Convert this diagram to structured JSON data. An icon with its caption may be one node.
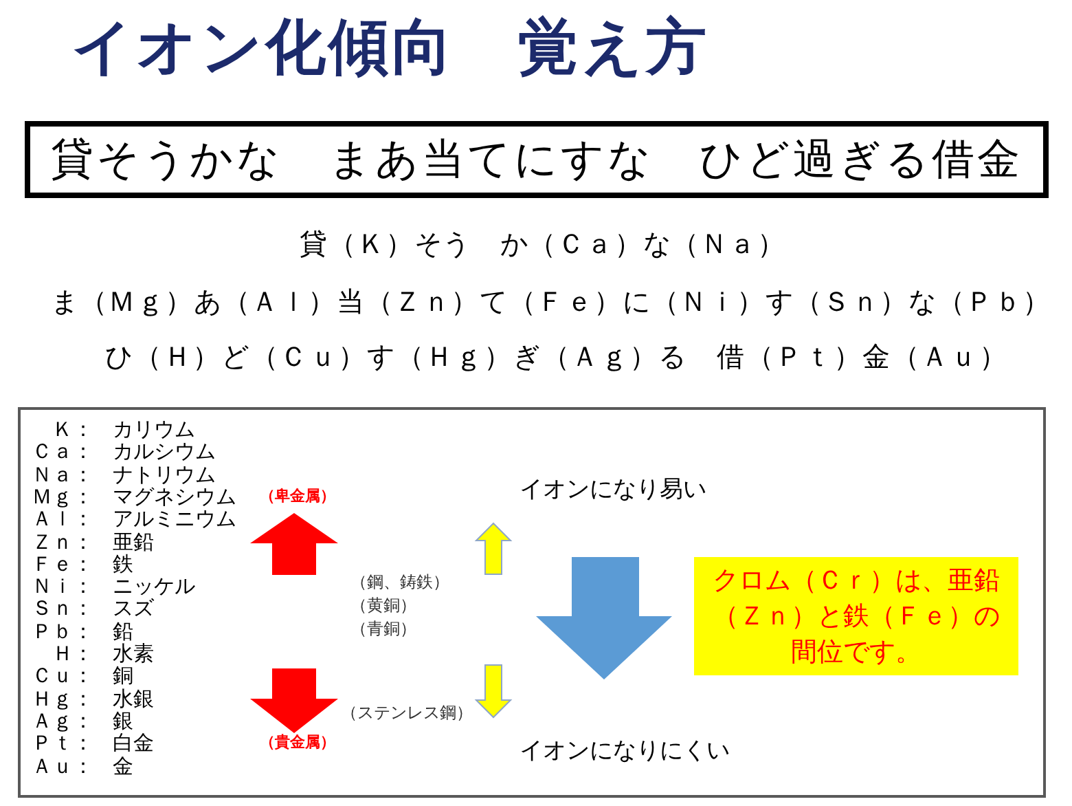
{
  "diagram": {
    "title": "イオン化傾向　覚え方",
    "nodes": [
      {
        "text": [
          "貸そうかな　まあ当てにすな　ひど過ぎる借金"
        ]
      },
      {
        "text": [],
        "shape": "box"
      },
      {
        "text": [
          "クロム（Ｃｒ）は、亜鉛（Ｚｎ）と鉄（Ｆｅ）の間位です。"
        ],
        "in": 1
      }
    ],
    "labels": [
      "貸（Ｋ）そう　か（Ｃａ）な（Ｎａ）",
      "ま（Ｍｇ）あ（Ａｌ）当（Ｚｎ）て（Ｆｅ）に（Ｎｉ）す（Ｓｎ）な（Ｐｂ）",
      "ひ（Ｈ）ど（Ｃｕ）す（Ｈｇ）ぎ（Ａｇ）る　借（Ｐｔ）金（Ａｕ）",
      "Ｋ：",
      "カリウム",
      "Ｃａ：",
      "カルシウム",
      "Ｎａ：",
      "ナトリウム",
      "Ｍｇ：",
      "マグネシウム",
      "Ａｌ：",
      "アルミニウム",
      "Ｚｎ：",
      "亜鉛",
      "Ｆｅ：",
      "鉄",
      "Ｎｉ：",
      "ニッケル",
      "Ｓｎ：",
      "スズ",
      "Ｐｂ：",
      "鉛",
      "Ｈ：",
      "水素",
      "Ｃｕ：",
      "銅",
      "Ｈｇ：",
      "水銀",
      "Ａｇ：",
      "銀",
      "Ｐｔ：",
      "白金",
      "Ａｕ：",
      "金",
      "（卑金属）",
      "イオンになり易い",
      "（鋼、鋳鉄）",
      "（黄銅）",
      "（青銅）",
      "（ステンレス鋼）",
      "（貴金属）",
      "イオンになりにくい"
    ]
  }
}
